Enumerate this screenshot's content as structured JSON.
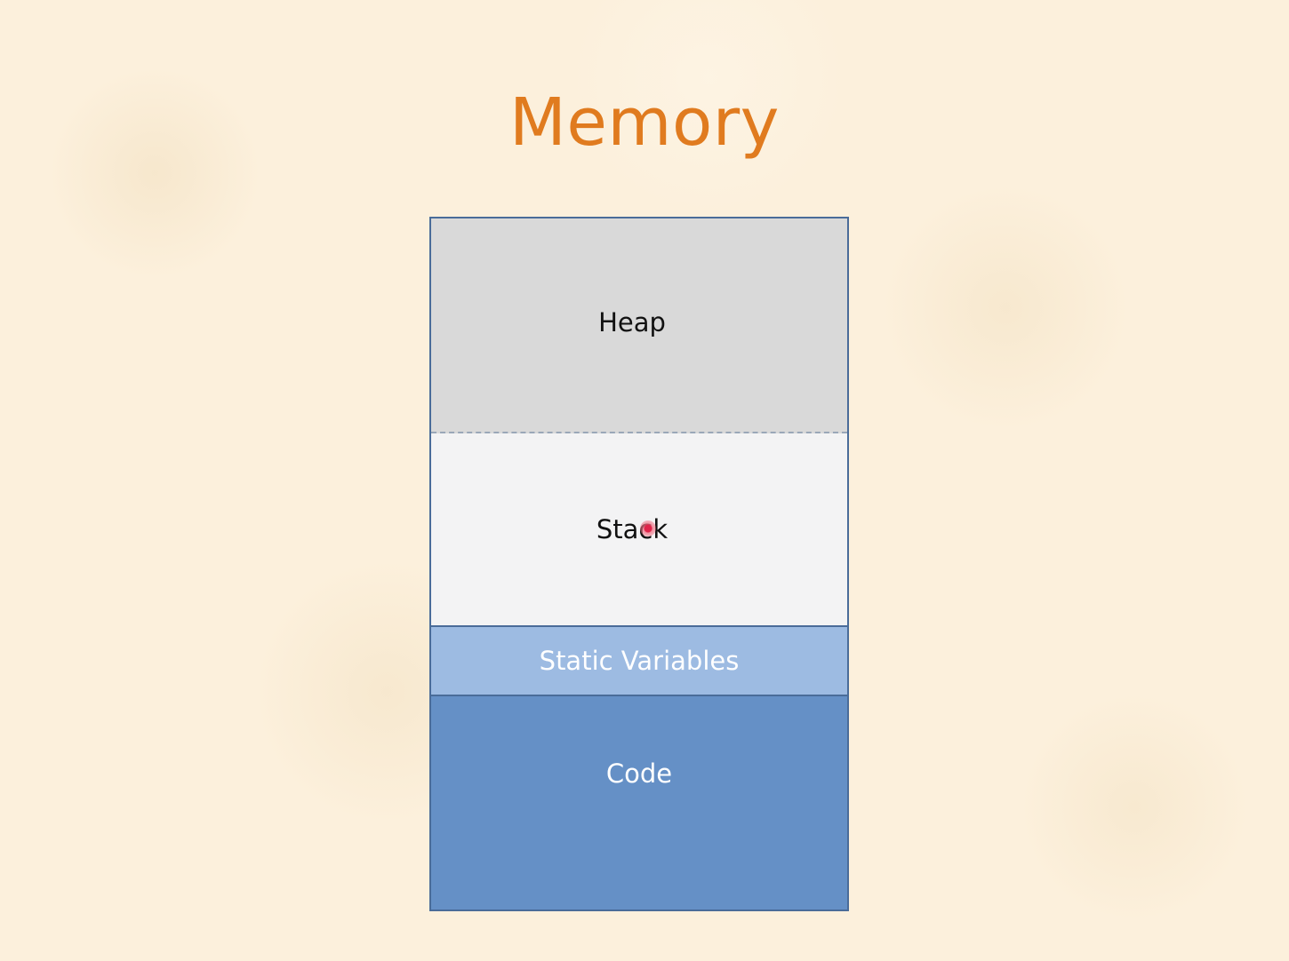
{
  "slide": {
    "title": "Memory"
  },
  "memory": {
    "segments": [
      {
        "label": "Heap"
      },
      {
        "label": "Stack"
      },
      {
        "label": "Static Variables"
      },
      {
        "label": "Code"
      }
    ]
  },
  "colors": {
    "title": "#e07b1f",
    "heap": "#d9d9d9",
    "stack": "#f3f3f4",
    "static_variables": "#9dbbe2",
    "code": "#6590c6",
    "outline": "#4a6c99"
  }
}
